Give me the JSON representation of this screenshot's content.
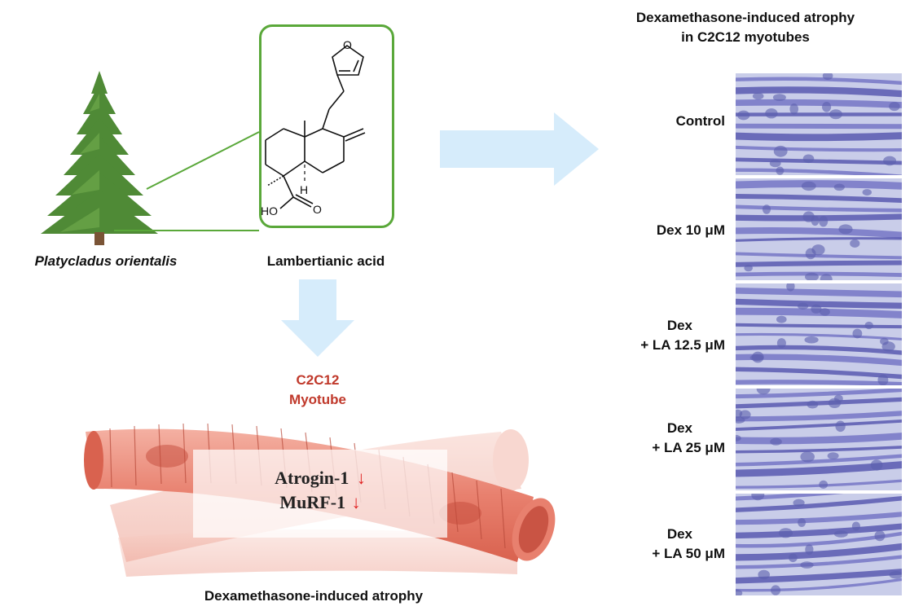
{
  "plant": {
    "label": "Platycladus orientalis"
  },
  "compound": {
    "label": "Lambertianic acid",
    "atoms": {
      "oxygen": "O",
      "ho": "HO",
      "o": "O",
      "h": "H"
    }
  },
  "cell": {
    "line1": "C2C12",
    "line2": "Myotube",
    "color": "#c0392b"
  },
  "markers": {
    "atrogin": "Atrogin-1",
    "murf": "MuRF-1",
    "arrow": "↓",
    "arrow_color": "#e02020"
  },
  "bottom_caption": "Dexamethasone-induced atrophy",
  "panel_title": {
    "line1": "Dexamethasone-induced atrophy",
    "line2": "in C2C12 myotubes"
  },
  "conditions": [
    {
      "line1": "Control",
      "line2": ""
    },
    {
      "line1": "Dex 10 μM",
      "line2": ""
    },
    {
      "line1": "Dex",
      "line2": "+ LA 12.5 μM"
    },
    {
      "line1": "Dex",
      "line2": "+ LA 25 μM"
    },
    {
      "line1": "Dex",
      "line2": "+ LA 50 μM"
    }
  ],
  "colors": {
    "box_border": "#5aa83a",
    "arrow_fill": "#d6ecfb",
    "tree": "#4f8a36",
    "trunk": "#7a5436",
    "myotube": "#e8806e",
    "micro_bg": "#c9cde9",
    "micro_fiber": "#4a4aa8"
  }
}
